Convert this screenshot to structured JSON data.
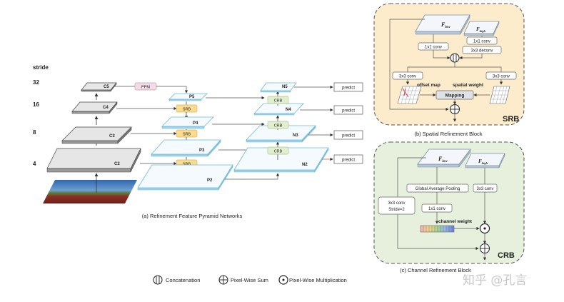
{
  "fpn": {
    "stride_header": "stride",
    "strides": [
      "32",
      "16",
      "8",
      "4"
    ],
    "backbone": [
      "C5",
      "C4",
      "C3",
      "C2"
    ],
    "ppm": "PPM",
    "p_levels": [
      "P5",
      "P4",
      "P3",
      "P2"
    ],
    "srb_label": "SRB",
    "n_levels": [
      "N5",
      "N4",
      "N3",
      "N2"
    ],
    "crb_label": "CRB",
    "predict_label": "predict",
    "caption": "(a) Refinement Feature Pyramid Networks"
  },
  "srb": {
    "f_low": "F",
    "f_low_sub": "low",
    "f_high": "F",
    "f_high_sub": "high",
    "conv_low": "1x1 conv",
    "conv_high": "1x1 conv",
    "deconv": "3x3 deconv",
    "conv_left": "3x3 conv",
    "conv_right": "3x3 conv",
    "offset_map": "offset map",
    "spatial_weight": "spatial weight",
    "mapping": "Mapping",
    "tag": "SRB",
    "caption": "(b) Spatial Refinement Block",
    "bg_color": "#fdeccb"
  },
  "crb": {
    "f_low": "F",
    "f_low_sub": "low",
    "f_high": "F",
    "f_high_sub": "high",
    "gap": "Global Average Pooling",
    "conv_high": "3x3 conv",
    "conv_stride_1": "3x3 conv",
    "conv_stride_2": "Stride=2",
    "conv_1x1": "1x1 conv",
    "channel_weight": "channel weight",
    "tag": "CRB",
    "caption": "(c) Channel Refinement Block",
    "bg_color": "#e6f0dc"
  },
  "legend": {
    "concat": "Concatenation",
    "sum": "Pixel-Wise Sum",
    "mult": "Pixel-Wise Multiplication"
  },
  "watermark": "知乎 @孔言"
}
